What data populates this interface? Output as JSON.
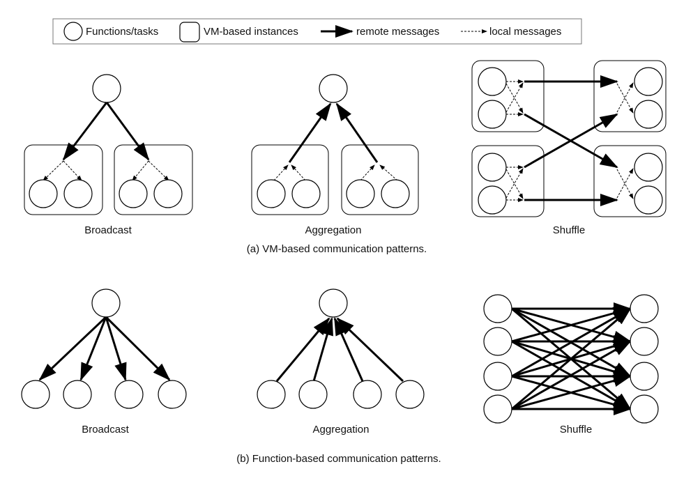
{
  "legend": {
    "node": "Functions/tasks",
    "instance": "VM-based instances",
    "remote": "remote messages",
    "local": "local messages"
  },
  "part_a": {
    "caption": "(a) VM-based communication patterns.",
    "broadcast": "Broadcast",
    "aggregation": "Aggregation",
    "shuffle": "Shuffle"
  },
  "part_b": {
    "caption": "(b) Function-based communication patterns.",
    "broadcast": "Broadcast",
    "aggregation": "Aggregation",
    "shuffle": "Shuffle"
  },
  "colors": {
    "stroke": "#000000",
    "background": "#ffffff"
  }
}
